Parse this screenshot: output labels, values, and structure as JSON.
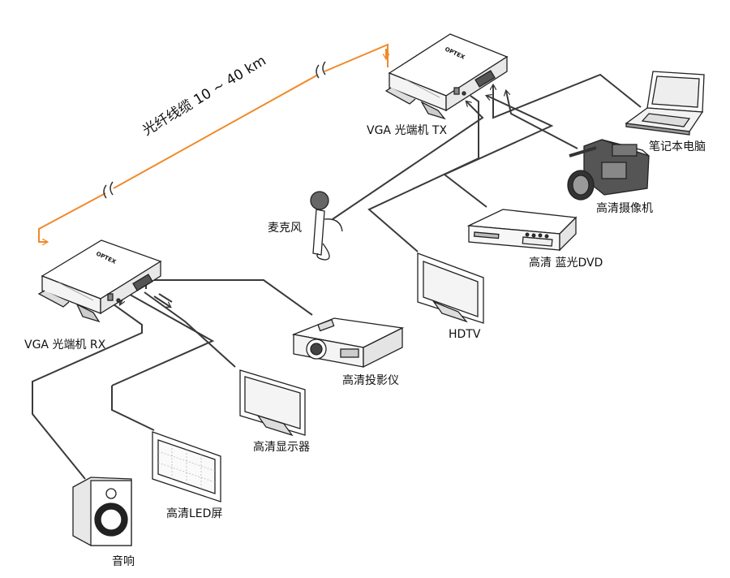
{
  "fiber": {
    "label": "光纤线缆 10 ~ 40 km",
    "color": "#f08a2a"
  },
  "devices": {
    "tx": {
      "label": "VGA 光端机 TX",
      "brand": "OPTEX"
    },
    "rx": {
      "label": "VGA 光端机 RX",
      "brand": "OPTEX"
    }
  },
  "sources": {
    "laptop": {
      "label": "笔记本电脑",
      "icon": "laptop-icon"
    },
    "camcorder": {
      "label": "高清摄像机",
      "icon": "camcorder-icon"
    },
    "dvd": {
      "label": "高清 蓝光DVD",
      "icon": "dvd-player-icon"
    },
    "hdtv": {
      "label": "HDTV",
      "icon": "tv-icon"
    },
    "mic": {
      "label": "麦克风",
      "icon": "microphone-icon"
    }
  },
  "outputs": {
    "projector": {
      "label": "高清投影仪",
      "icon": "projector-icon"
    },
    "monitor": {
      "label": "高清显示器",
      "icon": "monitor-icon"
    },
    "ledscreen": {
      "label": "高清LED屏",
      "icon": "led-screen-icon"
    },
    "speaker": {
      "label": "音响",
      "icon": "speaker-icon"
    }
  },
  "colors": {
    "cable": "#3a3a3a",
    "device_outline": "#222222"
  }
}
